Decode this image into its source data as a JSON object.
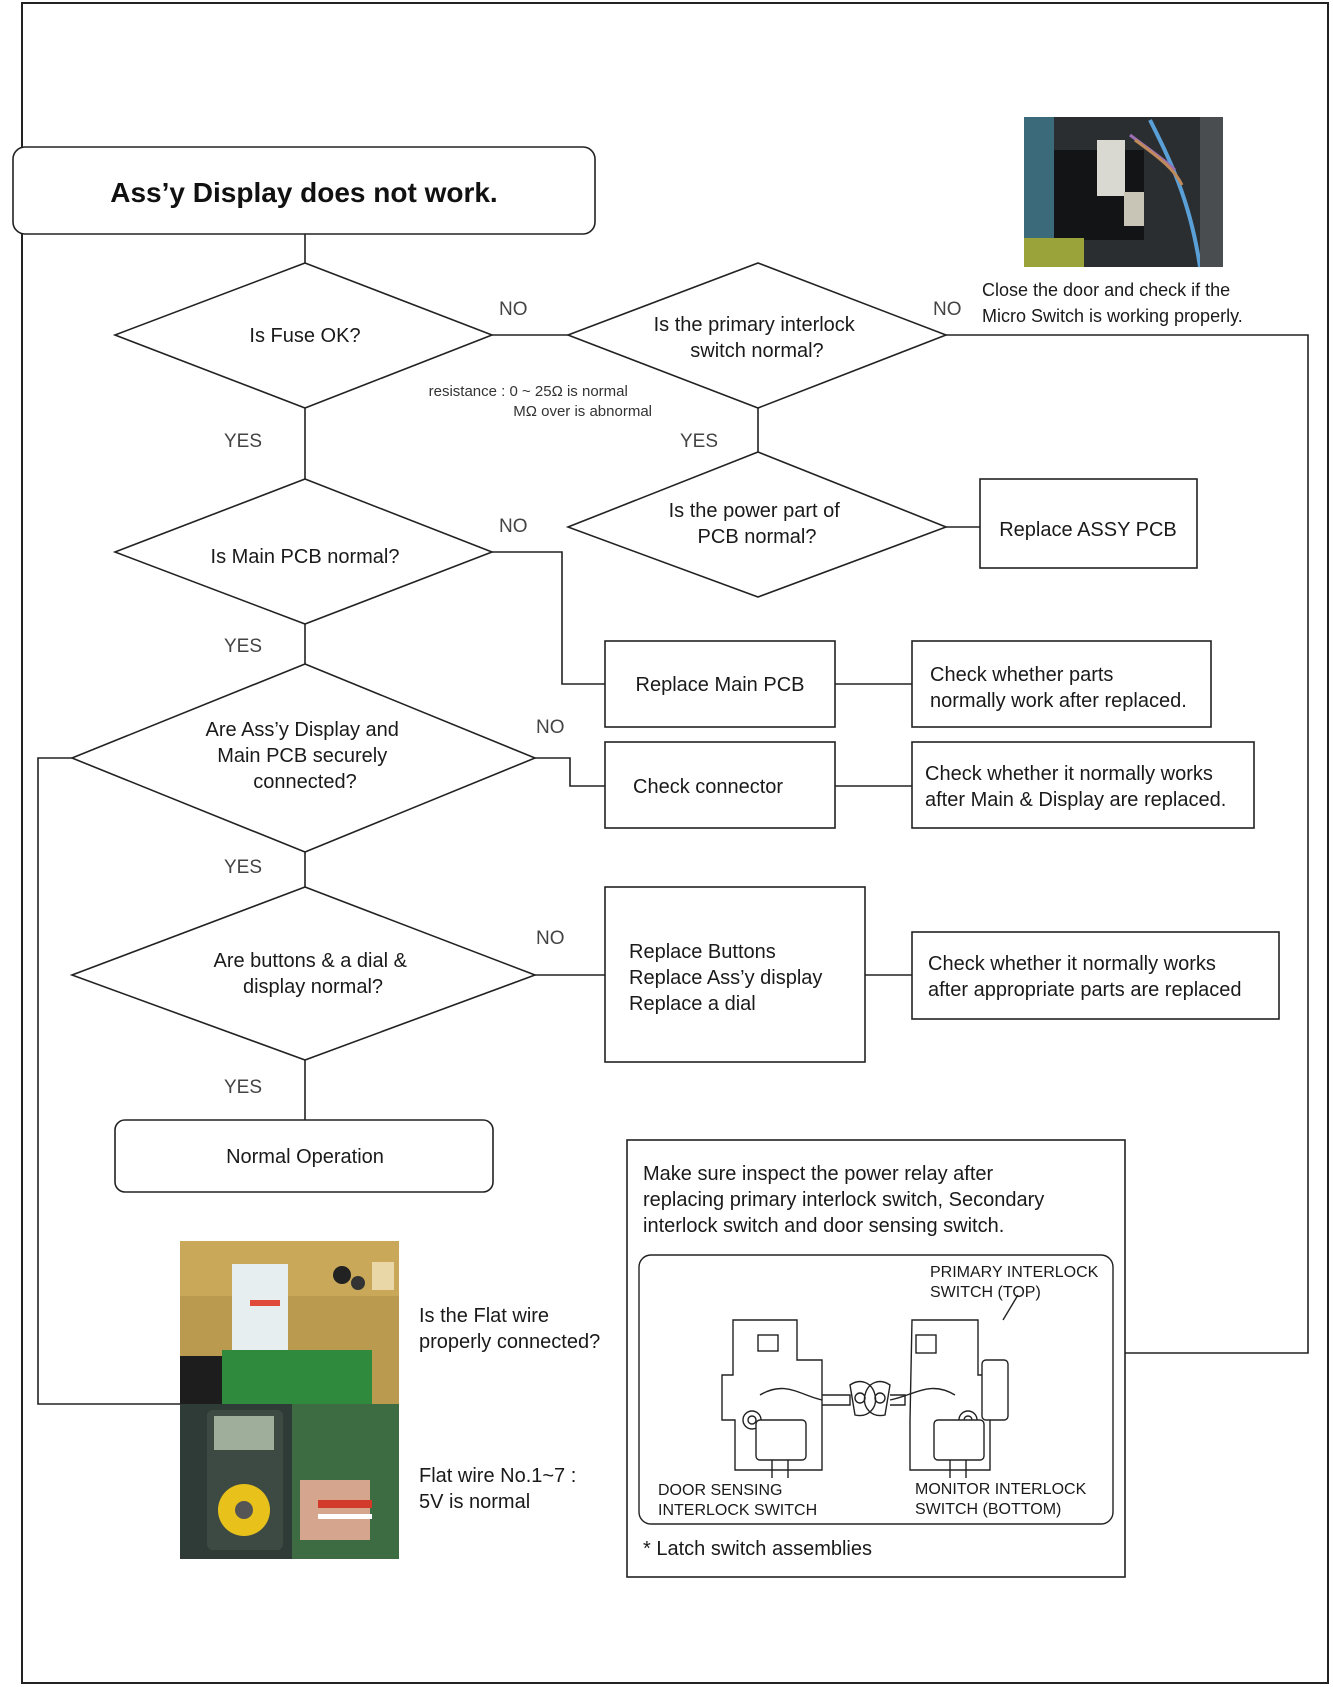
{
  "title": "Ass’y Display does not work.",
  "decisions": {
    "fuse": "Is Fuse OK?",
    "interlock": [
      "Is the primary interlock",
      "switch normal?"
    ],
    "power": [
      "Is the power part of",
      "PCB normal?"
    ],
    "main_pcb": "Is Main PCB normal?",
    "connected": [
      "Are Ass’y Display and",
      "Main PCB securely",
      "connected?"
    ],
    "buttons": [
      "Are buttons & a dial &",
      "display normal?"
    ]
  },
  "branch_labels": {
    "no": "NO",
    "yes": "YES"
  },
  "fuse_note": [
    "resistance : 0 ~ 25Ω is normal",
    "MΩ over is abnormal"
  ],
  "micro_switch_note": [
    "Close the door and check if the",
    "Micro Switch is working properly."
  ],
  "actions": {
    "replace_assy_pcb": "Replace ASSY PCB",
    "replace_main_pcb": "Replace Main PCB",
    "check_connector": "Check connector",
    "replace_parts": [
      "Replace Buttons",
      "Replace Ass’y display",
      "Replace a dial"
    ],
    "normal_operation": "Normal Operation"
  },
  "checks": {
    "after_main": [
      "Check whether parts",
      "normally work after replaced."
    ],
    "after_connector": [
      "Check whether it normally works",
      "after Main & Display are replaced."
    ],
    "after_parts": [
      "Check whether it normally works",
      "after appropriate parts are replaced"
    ]
  },
  "flat_wire": {
    "question": [
      "Is the Flat wire",
      "properly connected?"
    ],
    "voltage": [
      "Flat wire No.1~7 :",
      "5V is normal"
    ]
  },
  "relay_note": [
    "Make sure inspect the power relay after",
    "replacing primary interlock switch, Secondary",
    "interlock switch and door sensing switch."
  ],
  "switch_labels": {
    "primary": [
      "PRIMARY INTERLOCK",
      "SWITCH (TOP)"
    ],
    "door": [
      "DOOR SENSING",
      "INTERLOCK SWITCH"
    ],
    "monitor": [
      "MONITOR INTERLOCK",
      "SWITCH (BOTTOM)"
    ]
  },
  "latch_caption": "* Latch switch assemblies",
  "colors": {
    "stroke": "#222222",
    "photo_board": "#c9a54a",
    "photo_green": "#2f8a3e",
    "meter_yellow": "#e8c21a"
  }
}
